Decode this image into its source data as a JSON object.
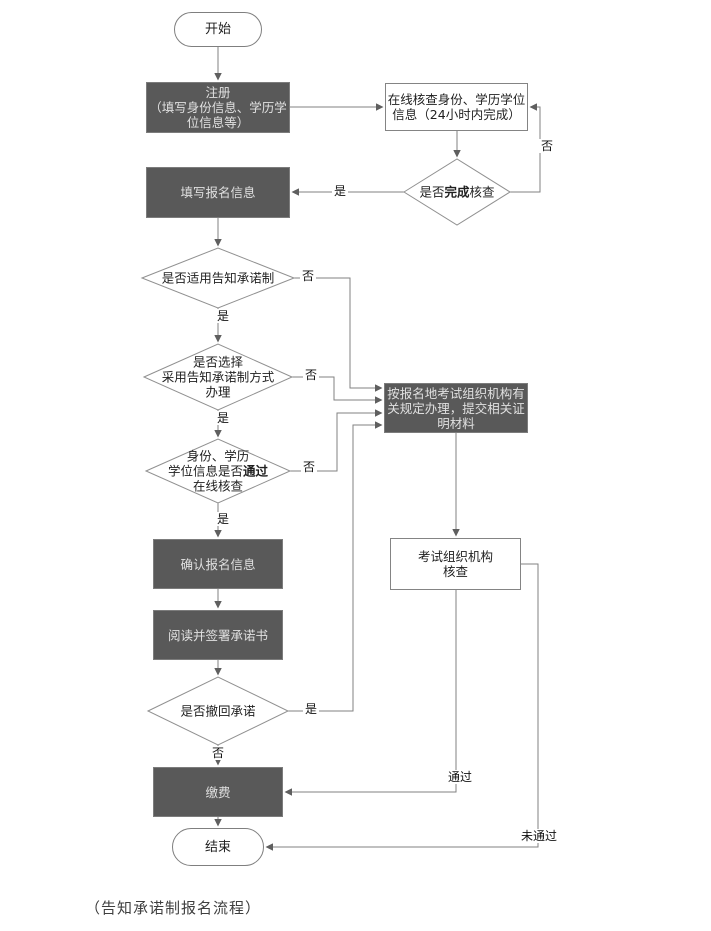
{
  "colors": {
    "dark_box_fill": "#595959",
    "dark_box_text": "#e0e0e0",
    "shape_border": "#848484",
    "connector_line": "#808080",
    "text": "#1f1f1f",
    "background": "#ffffff"
  },
  "nodes": {
    "start": {
      "label": "开始"
    },
    "register": {
      "lines": [
        "注册",
        "（填写身份信息、学历学",
        "位信息等）"
      ]
    },
    "online_check": {
      "lines": [
        "在线核查身份、学历学位",
        "信息（24小时内完成）"
      ]
    },
    "check_done": {
      "pre": "是否",
      "bold": "完成",
      "post": "核查"
    },
    "fill_info": {
      "label": "填写报名信息"
    },
    "apply_notice": {
      "label": "是否适用告知承诺制"
    },
    "choose_notice": {
      "lines": [
        "是否选择",
        "采用告知承诺制方式",
        "办理"
      ]
    },
    "pass_online": {
      "line1": "身份、学历",
      "line2_pre": "学位信息是否",
      "line2_bold": "通过",
      "line3": "在线核查"
    },
    "confirm_info": {
      "label": "确认报名信息"
    },
    "sign_letter": {
      "label": "阅读并签署承诺书"
    },
    "withdraw": {
      "label": "是否撤回承诺"
    },
    "pay": {
      "label": "缴费"
    },
    "end": {
      "label": "结束"
    },
    "by_rules": {
      "lines": [
        "按报名地考试组织机构有",
        "关规定办理，提交相关证",
        "明材料"
      ]
    },
    "org_check": {
      "lines": [
        "考试组织机构",
        "核查"
      ]
    }
  },
  "edge_labels": {
    "check_done_yes": "是",
    "check_done_no": "否",
    "apply_yes": "是",
    "apply_no": "否",
    "choose_yes": "是",
    "choose_no": "否",
    "pass_yes": "是",
    "pass_no": "否",
    "withdraw_yes": "是",
    "withdraw_no": "否",
    "org_pass": "通过",
    "org_fail": "未通过"
  },
  "caption": "（告知承诺制报名流程）"
}
